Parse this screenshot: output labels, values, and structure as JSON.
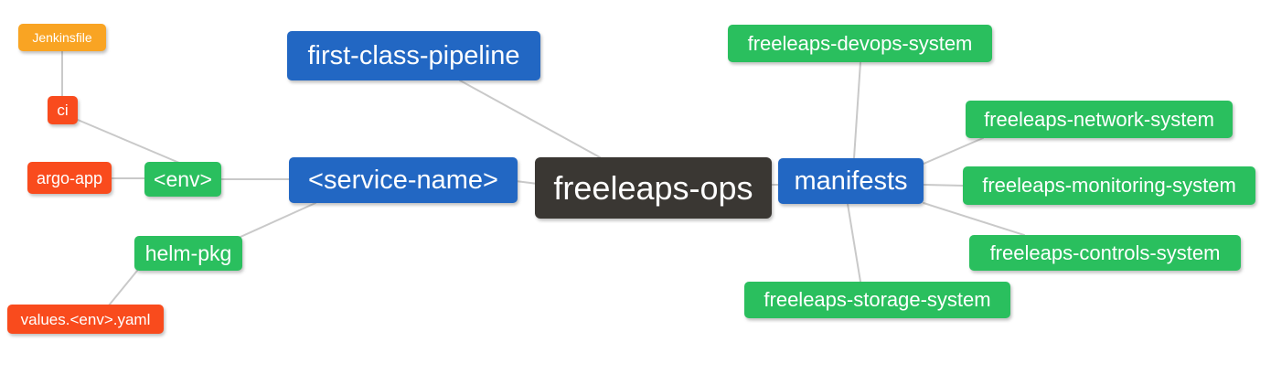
{
  "palette": {
    "background": "#ffffff",
    "edge_line": "#c9c9c9",
    "root_node": "#3a3733",
    "branch_node": "#2267c3",
    "green_node": "#2abf5e",
    "red_node": "#f94b1d",
    "orange_node": "#f9a423",
    "node_text": "#ffffff"
  },
  "nodes": [
    {
      "id": "jenkinsfile",
      "label": "Jenkinsfile",
      "role": "orange"
    },
    {
      "id": "ci",
      "label": "ci",
      "role": "red"
    },
    {
      "id": "argo-app",
      "label": "argo-app",
      "role": "red"
    },
    {
      "id": "env",
      "label": "<env>",
      "role": "green"
    },
    {
      "id": "helm-pkg",
      "label": "helm-pkg",
      "role": "green"
    },
    {
      "id": "values-env-yaml",
      "label": "values.<env>.yaml",
      "role": "red"
    },
    {
      "id": "service-name",
      "label": "<service-name>",
      "role": "blue"
    },
    {
      "id": "first-class-pipeline",
      "label": "first-class-pipeline",
      "role": "blue"
    },
    {
      "id": "freeleaps-ops",
      "label": "freeleaps-ops",
      "role": "root"
    },
    {
      "id": "manifests",
      "label": "manifests",
      "role": "blue"
    },
    {
      "id": "freeleaps-devops-system",
      "label": "freeleaps-devops-system",
      "role": "green"
    },
    {
      "id": "freeleaps-network-system",
      "label": "freeleaps-network-system",
      "role": "green"
    },
    {
      "id": "freeleaps-monitoring-system",
      "label": "freeleaps-monitoring-system",
      "role": "green"
    },
    {
      "id": "freeleaps-controls-system",
      "label": "freeleaps-controls-system",
      "role": "green"
    },
    {
      "id": "freeleaps-storage-system",
      "label": "freeleaps-storage-system",
      "role": "green"
    }
  ],
  "edges": [
    {
      "from": "jenkinsfile",
      "to": "ci"
    },
    {
      "from": "ci",
      "to": "env"
    },
    {
      "from": "argo-app",
      "to": "env"
    },
    {
      "from": "env",
      "to": "service-name"
    },
    {
      "from": "service-name",
      "to": "helm-pkg"
    },
    {
      "from": "helm-pkg",
      "to": "values-env-yaml"
    },
    {
      "from": "service-name",
      "to": "freeleaps-ops"
    },
    {
      "from": "first-class-pipeline",
      "to": "freeleaps-ops"
    },
    {
      "from": "freeleaps-ops",
      "to": "manifests"
    },
    {
      "from": "manifests",
      "to": "freeleaps-devops-system"
    },
    {
      "from": "manifests",
      "to": "freeleaps-network-system"
    },
    {
      "from": "manifests",
      "to": "freeleaps-monitoring-system"
    },
    {
      "from": "manifests",
      "to": "freeleaps-controls-system"
    },
    {
      "from": "manifests",
      "to": "freeleaps-storage-system"
    }
  ]
}
